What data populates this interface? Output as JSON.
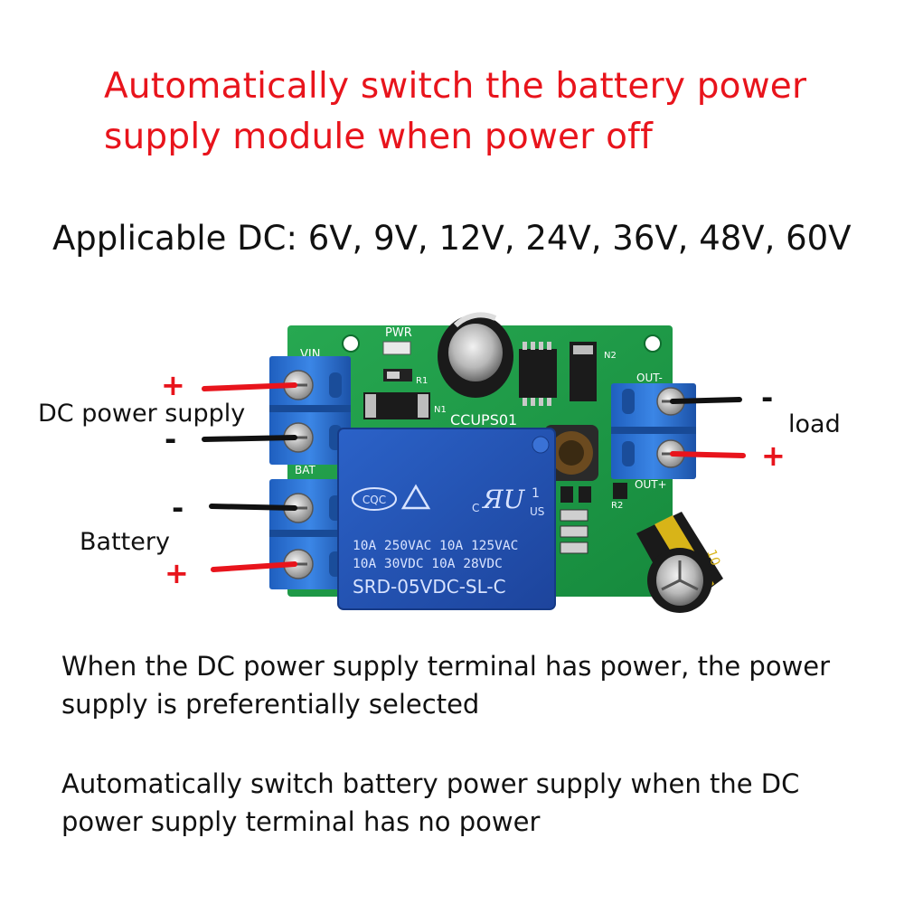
{
  "title": {
    "line1": "Automatically switch the battery power",
    "line2": "supply module when power off"
  },
  "applicable": "Applicable DC: 6V, 9V, 12V, 24V, 36V, 48V, 60V",
  "board": {
    "pcb_labels": {
      "vin": "VIN",
      "pwr": "PWR",
      "r1": "R1",
      "n1": "N1",
      "n2": "N2",
      "model": "CCUPS01",
      "out": "OUT-",
      "out_plus": "OUT+",
      "bat": "BAT",
      "r2": "R2"
    },
    "relay": {
      "cqc": "CQC",
      "us": "US",
      "c": "C",
      "one": "1",
      "line1": "10A 250VAC 10A 125VAC",
      "line2": "10A 30VDC 10A 28VDC",
      "model": "SRD-05VDC-SL-C"
    },
    "capacitor_text": "10"
  },
  "labels": {
    "dc_supply": "DC power supply",
    "battery": "Battery",
    "load": "load",
    "plus": "+",
    "minus": "-"
  },
  "colors": {
    "red": "#e8141c",
    "pcb_green": "#1e9a48",
    "terminal_blue": "#2a6fd0",
    "relay_blue": "#2454b8"
  },
  "desc": {
    "p1_line1": "When the DC power supply terminal has power, the power",
    "p1_line2": "supply is preferentially selected",
    "p2_line1": "Automatically switch battery power supply when the DC",
    "p2_line2": "power supply terminal has no power"
  }
}
